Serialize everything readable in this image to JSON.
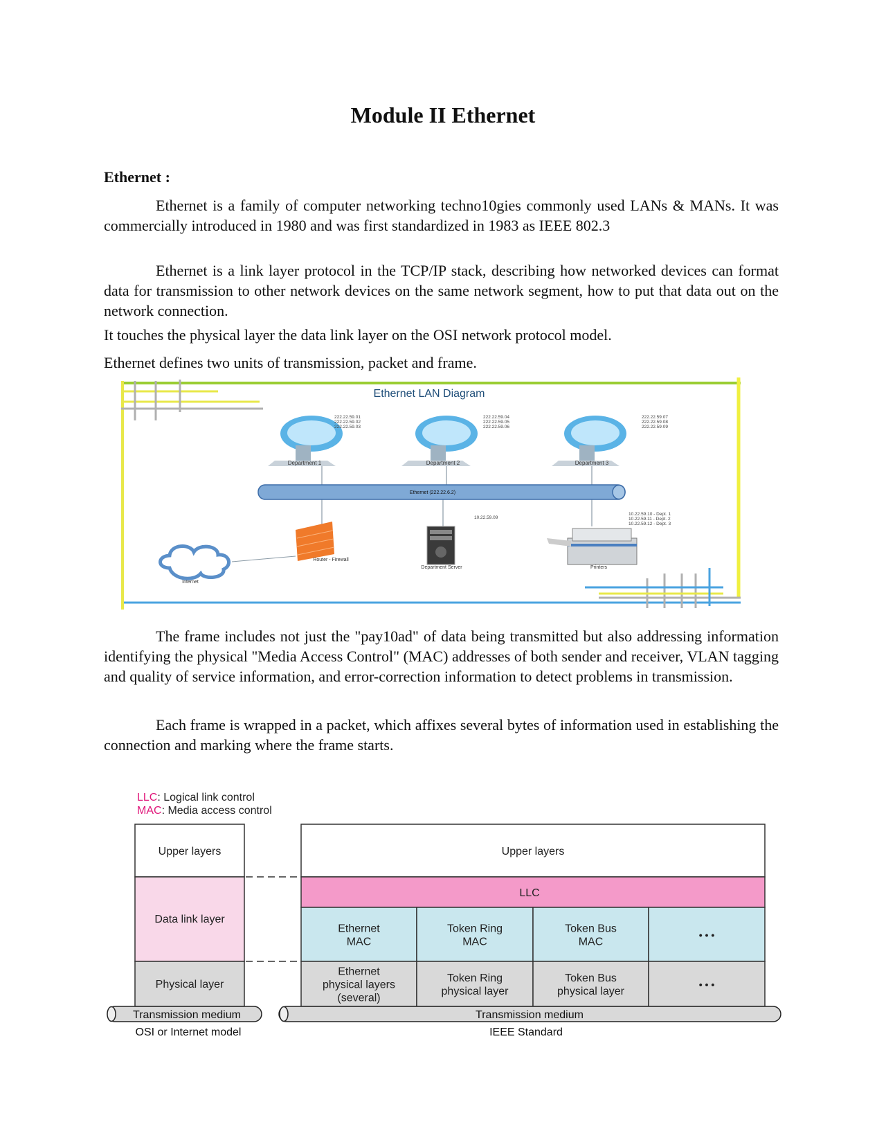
{
  "title": "Module II Ethernet",
  "heading": "Ethernet :",
  "paragraphs": [
    "Ethernet is a family of computer networking techno10gies commonly used LANs & MANs. It was commercially introduced in 1980 and was first standardized in 1983 as IEEE 802.3",
    "Ethernet is a link layer protocol in the TCP/IP stack, describing how networked devices can format data for transmission to other network devices on the same network segment, how to put that data out on the network connection.",
    "It touches the physical layer the data link layer on the OSI network protocol model.",
    "Ethernet defines two units of transmission, packet and frame.",
    "The frame includes not just the \"pay10ad\" of data being transmitted but also addressing information identifying the physical \"Media Access Control\" (MAC) addresses of both sender and receiver, VLAN tagging and quality of service information, and error-correction information to detect problems in transmission.",
    "Each frame is wrapped in a packet, which affixes several bytes of information used in establishing the connection and marking where the frame starts."
  ],
  "lan_diagram": {
    "title": "Ethernet LAN Diagram",
    "departments": [
      {
        "label": "Department 1",
        "ips": [
          "222.22.59.01",
          "222.22.59.02",
          "222.22.59.03"
        ]
      },
      {
        "label": "Department 2",
        "ips": [
          "222.22.59.04",
          "222.22.59.05",
          "222.22.59.06"
        ]
      },
      {
        "label": "Department 3",
        "ips": [
          "222.22.59.07",
          "222.22.59.08",
          "222.22.59.09"
        ]
      }
    ],
    "bus_label": "Ethernet (222.22.6.2)",
    "server_ip": "10.22.59.09",
    "printer_ips": [
      "10.22.59.10 - Dept. 1",
      "10.22.59.11 - Dept. 2",
      "10.22.59.12 - Dept. 3"
    ],
    "router_label": "Router - Firewall",
    "server_label": "Department Server",
    "printer_label": "Printers",
    "internet_label": "Internet"
  },
  "layer_diagram": {
    "legend": [
      {
        "abbr": "LLC",
        "text": ": Logical link control"
      },
      {
        "abbr": "MAC",
        "text": ": Media access control"
      }
    ],
    "osi": {
      "upper": "Upper layers",
      "datalink": "Data link layer",
      "physical": "Physical layer",
      "medium": "Transmission medium",
      "caption": "OSI or Internet model"
    },
    "ieee": {
      "upper": "Upper layers",
      "llc": "LLC",
      "mac": [
        [
          "Ethernet",
          "MAC"
        ],
        [
          "Token Ring",
          "MAC"
        ],
        [
          "Token Bus",
          "MAC"
        ],
        [
          "• • •"
        ]
      ],
      "phys": [
        [
          "Ethernet",
          "physical layers",
          "(several)"
        ],
        [
          "Token Ring",
          "physical layer"
        ],
        [
          "Token Bus",
          "physical layer"
        ],
        [
          "• • •"
        ]
      ],
      "medium": "Transmission medium",
      "caption": "IEEE Standard"
    },
    "colors": {
      "llc": "#f49ac9",
      "mac": "#c9e7ee",
      "phys": "#d9d9d9",
      "datalink_osi": "#f9d8e9",
      "abbr": "#e0177a"
    }
  }
}
